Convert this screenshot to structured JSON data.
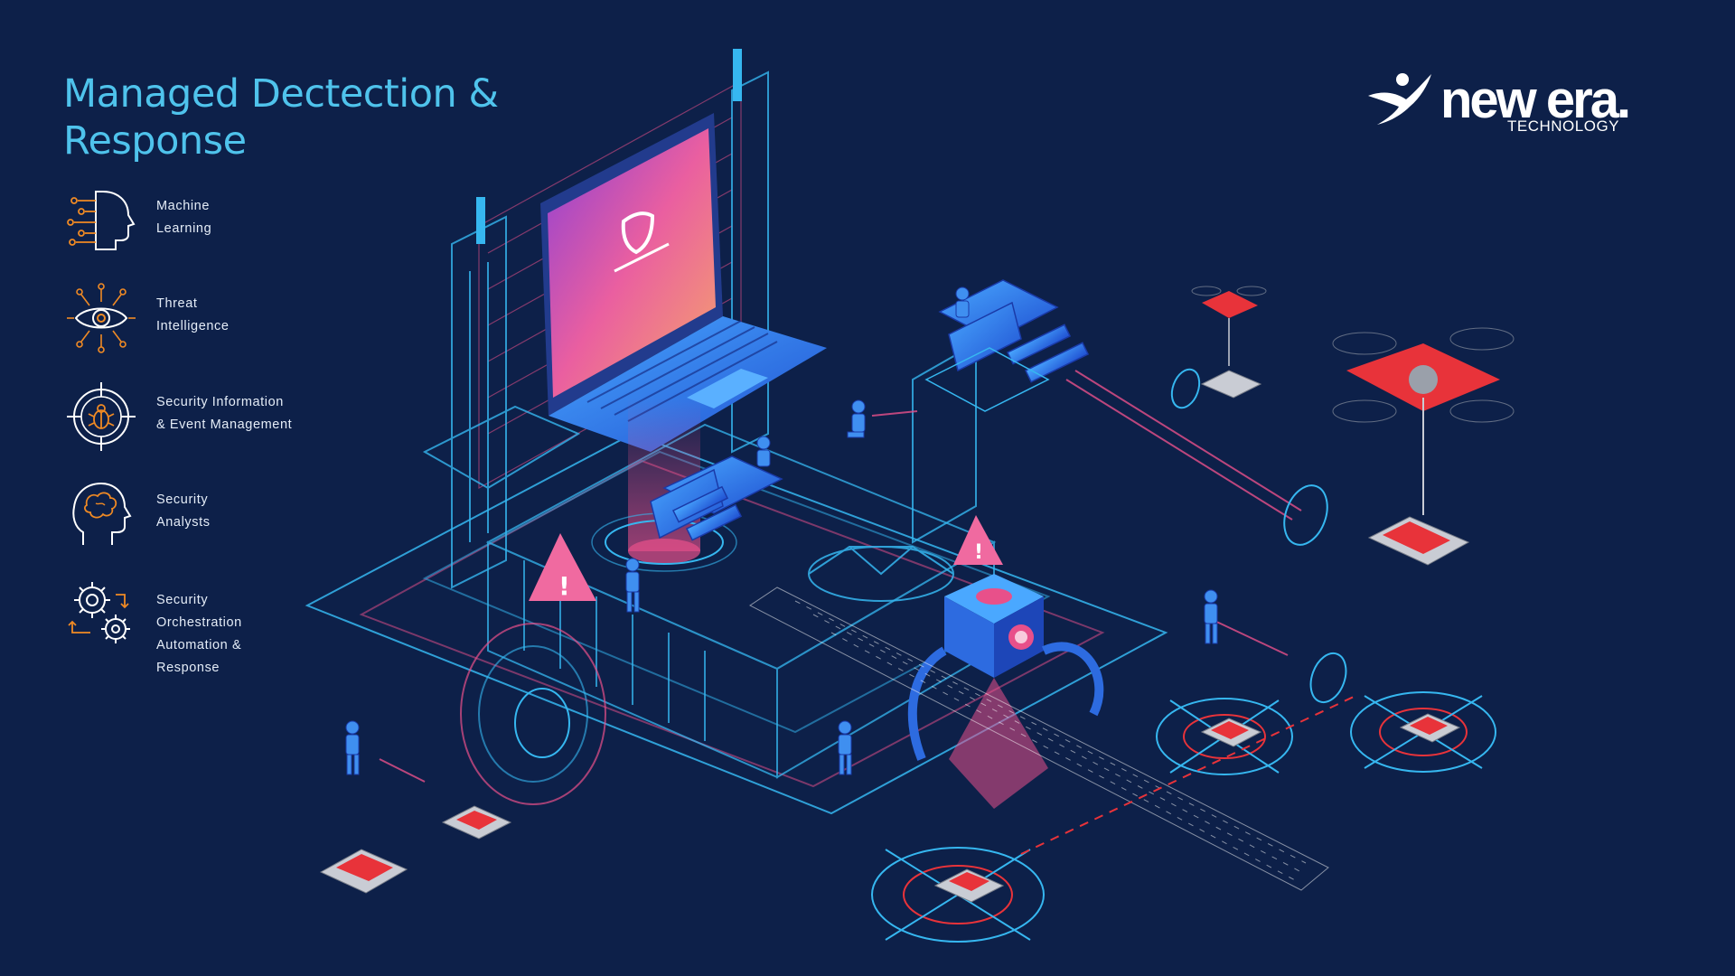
{
  "title": "Managed Dectection & Response",
  "features": [
    {
      "label": "Machine\nLearning",
      "icon": "machine-learning-head-icon"
    },
    {
      "label": "Threat\nIntelligence",
      "icon": "threat-intelligence-eye-icon"
    },
    {
      "label": "Security Information\n& Event Management",
      "icon": "siem-target-bug-icon"
    },
    {
      "label": "Security\nAnalysts",
      "icon": "analyst-head-brain-icon"
    },
    {
      "label": "Security\nOrchestration\nAutomation &\nResponse",
      "icon": "soar-gears-icon"
    }
  ],
  "logo": {
    "wordmark": "new era.",
    "sub": "TECHNOLOGY"
  },
  "colors": {
    "background": "#0d2049",
    "title": "#4fc3ec",
    "icon_outline": "#ffffff",
    "icon_accent": "#f08a24",
    "neon_cyan": "#36b7f0",
    "neon_pink": "#e8508a",
    "chip_red": "#e8333a"
  }
}
